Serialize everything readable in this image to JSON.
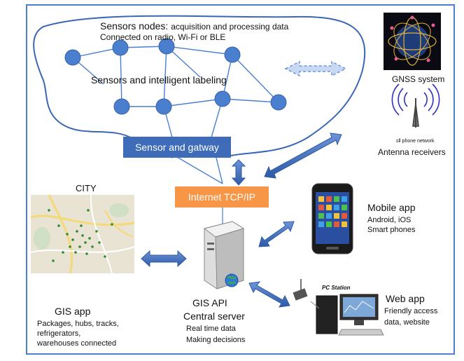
{
  "sensors": {
    "title_main": "Sensors nodes:",
    "title_sub": "acquisition and processing data",
    "connected": "Connected on radio, Wi-Fi or BLE",
    "labeling": "Sensors and intelligent labeling"
  },
  "gateway_label": "Sensor and gatway",
  "internet_label": "Internet  TCP/IP",
  "gnss": {
    "label": "GNSS system"
  },
  "antenna": {
    "small_label": "sll phone network",
    "label": "Antenna receivers"
  },
  "city": {
    "label": "CITY"
  },
  "gis_app": {
    "title": "GIS app",
    "lines": [
      "Packages, hubs, tracks,",
      "refrigerators,",
      "warehouses connected"
    ]
  },
  "server": {
    "title": "GIS API",
    "subtitle": "Central server",
    "lines": [
      "Real time data",
      "Making decisions"
    ]
  },
  "mobile": {
    "title": "Mobile app",
    "lines": [
      "Android, iOS",
      "Smart phones"
    ]
  },
  "web": {
    "pc_label": "PC Station",
    "title": "Web app",
    "lines": [
      "Friendly access",
      "data, website"
    ]
  },
  "colors": {
    "frame": "#4a7fd0",
    "node": "#4a7fd0",
    "gateway": "#3f6cb8",
    "internet": "#f79646",
    "arrow": "#3f6cb8"
  }
}
